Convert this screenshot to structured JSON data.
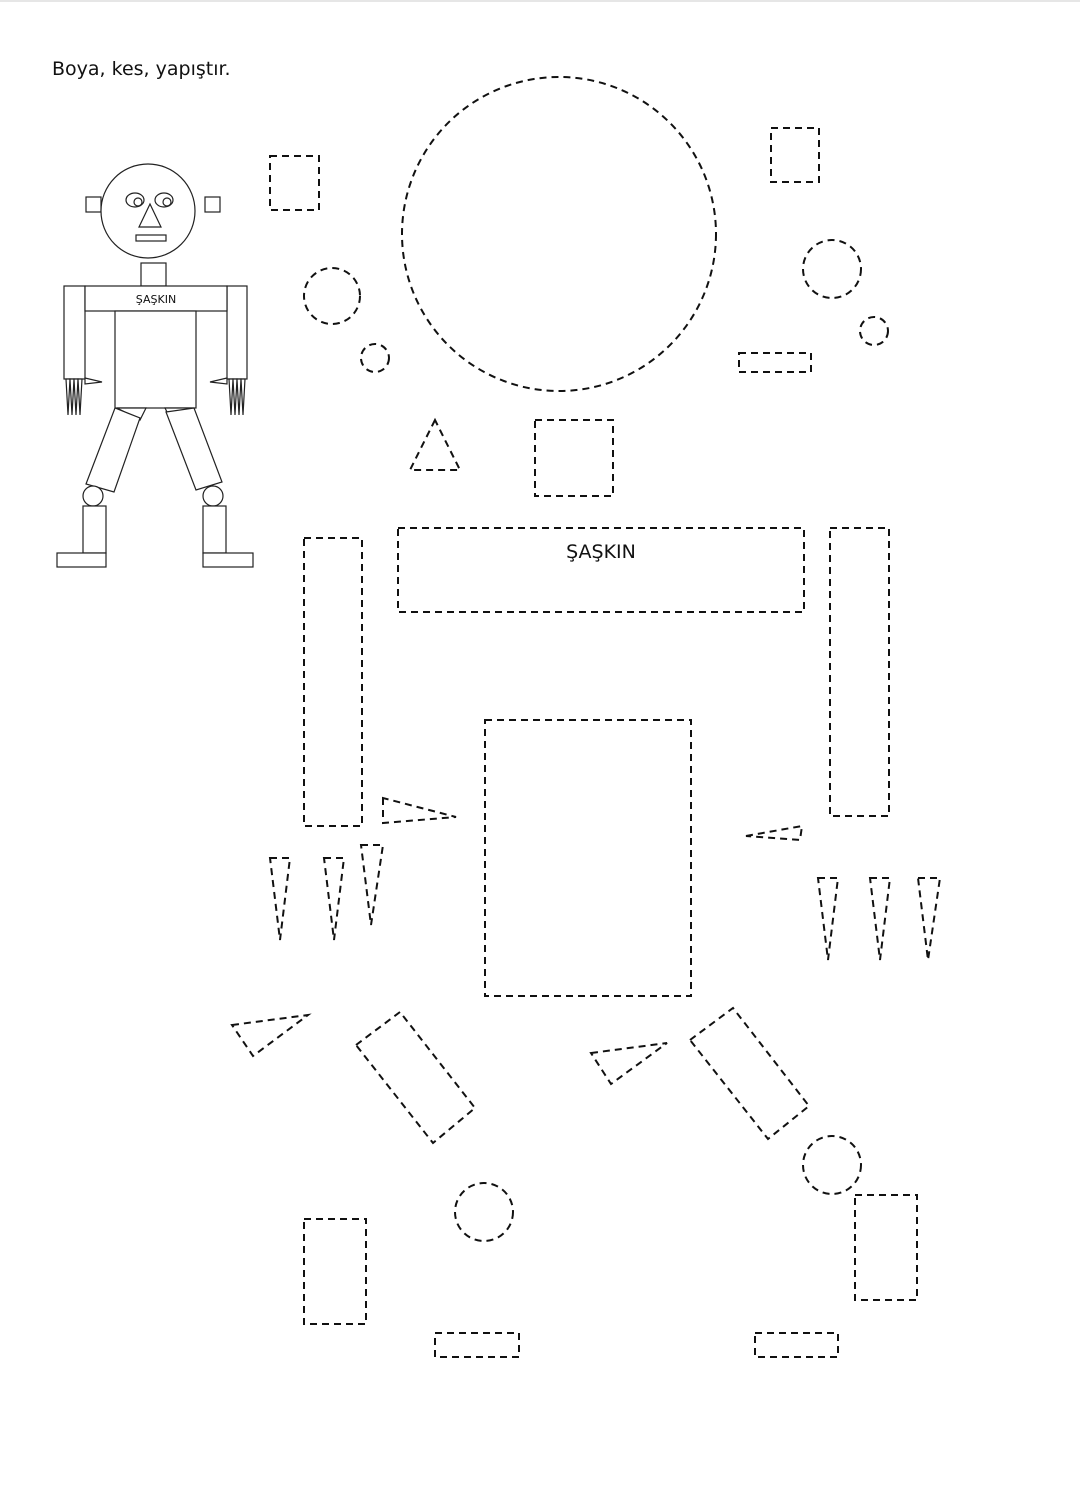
{
  "instruction": "Boya, kes, yapıştır.",
  "robot": {
    "shirt_label": "ŞAŞKIN"
  },
  "cutout": {
    "shirt_label": "ŞAŞKIN"
  }
}
